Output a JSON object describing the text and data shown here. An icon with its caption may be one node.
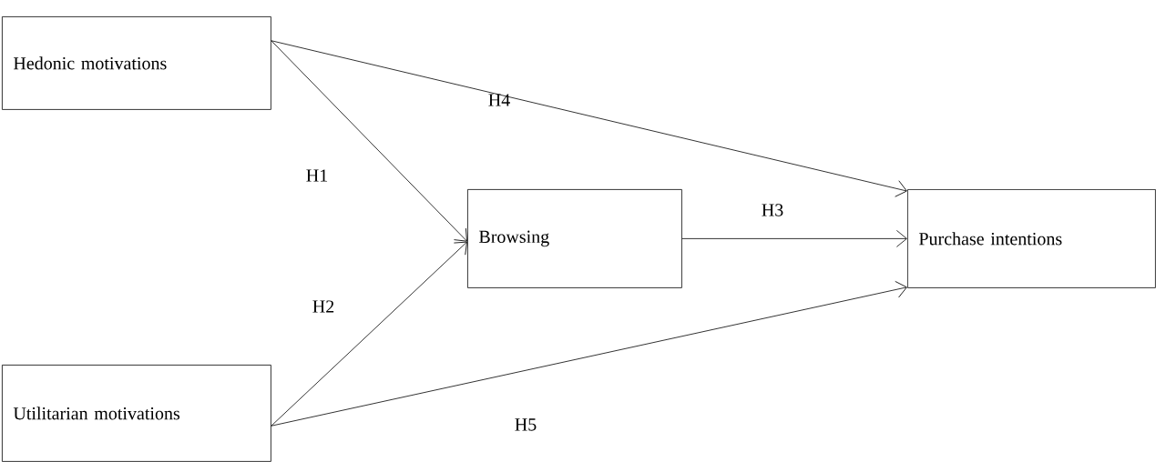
{
  "diagram": {
    "nodes": [
      {
        "text": [
          "Hedonic motivations"
        ]
      },
      {
        "text": [
          "Utilitarian motivations"
        ]
      },
      {
        "text": [
          "Browsing"
        ]
      },
      {
        "text": [
          "Purchase intentions"
        ]
      }
    ],
    "edges": [
      {
        "from": 0,
        "to": 2,
        "arrow": "to",
        "label": "H1"
      },
      {
        "from": 1,
        "to": 2,
        "arrow": "to",
        "label": "H2"
      },
      {
        "from": 2,
        "to": 3,
        "arrow": "to",
        "label": "H3"
      },
      {
        "from": 0,
        "to": 3,
        "arrow": "to",
        "label": "H4"
      },
      {
        "from": 1,
        "to": 3,
        "arrow": "to",
        "label": "H5"
      }
    ]
  }
}
